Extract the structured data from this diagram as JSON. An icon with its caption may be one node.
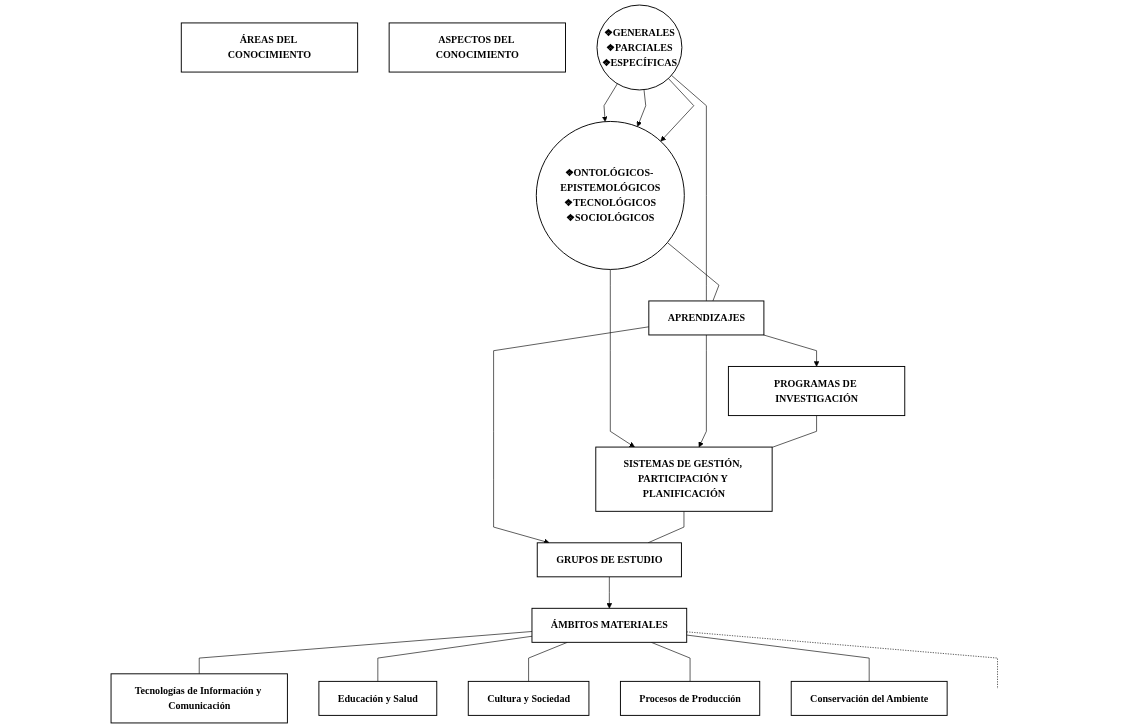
{
  "diagram": {
    "nodes": [
      {
        "text": [
          "ÁREAS DEL CONOCIMIENTO"
        ]
      },
      {
        "text": [
          "ASPECTOS DEL CONOCIMIENTO"
        ]
      },
      {
        "text": [
          "❖GENERALES",
          "❖PARCIALES",
          "❖ESPECÍFICAS"
        ]
      },
      {
        "text": [
          "❖ONTOLÓGICOS- EPISTEMOLÓGICOS",
          "❖TECNOLÓGICOS",
          "❖SOCIOLÓGICOS"
        ]
      },
      {
        "text": [
          "PROGRAMAS DE INVESTIGACIÓN"
        ]
      },
      {
        "text": [
          "SISTEMAS DE GESTIÓN, PARTICIPACIÓN Y PLANIFICACIÓN"
        ]
      },
      {
        "text": [
          "APRENDIZAJES"
        ]
      },
      {
        "text": [
          "GRUPOS DE ESTUDIO"
        ]
      },
      {
        "text": [
          "ÁMBITOS MATERIALES"
        ]
      },
      {
        "text": [
          "Tecnologías de Información y Comunicación"
        ]
      },
      {
        "text": [
          "Educación y Salud"
        ]
      },
      {
        "text": [
          "Cultura y Sociedad"
        ]
      },
      {
        "text": [
          "Procesos de Producción"
        ]
      },
      {
        "text": [
          "Conservación del Ambiente"
        ]
      }
    ],
    "edges": [
      {
        "from": 2,
        "to": 3,
        "arrow": "to"
      },
      {
        "from": 2,
        "to": 3,
        "arrow": "to"
      },
      {
        "from": 2,
        "to": 3,
        "arrow": "to"
      },
      {
        "from": 2,
        "to": 6,
        "arrow": "none"
      },
      {
        "from": 3,
        "to": 6,
        "arrow": "none"
      },
      {
        "from": 3,
        "to": 5,
        "arrow": "to"
      },
      {
        "from": 6,
        "to": 4,
        "arrow": "to"
      },
      {
        "from": 6,
        "to": 5,
        "arrow": "to"
      },
      {
        "from": 6,
        "to": 7,
        "arrow": "to"
      },
      {
        "from": 4,
        "to": 5,
        "arrow": "none"
      },
      {
        "from": 5,
        "to": 7,
        "arrow": "none"
      },
      {
        "from": 7,
        "to": 8,
        "arrow": "to"
      },
      {
        "from": 8,
        "to": 9,
        "arrow": "none"
      },
      {
        "from": 8,
        "to": 10,
        "arrow": "none"
      },
      {
        "from": 8,
        "to": 11,
        "arrow": "none"
      },
      {
        "from": 8,
        "to": 12,
        "arrow": "none"
      },
      {
        "from": 8,
        "to": 13,
        "arrow": "none"
      },
      {
        "from": 8,
        "to": null,
        "arrow": "none",
        "style": "dashed"
      }
    ]
  }
}
